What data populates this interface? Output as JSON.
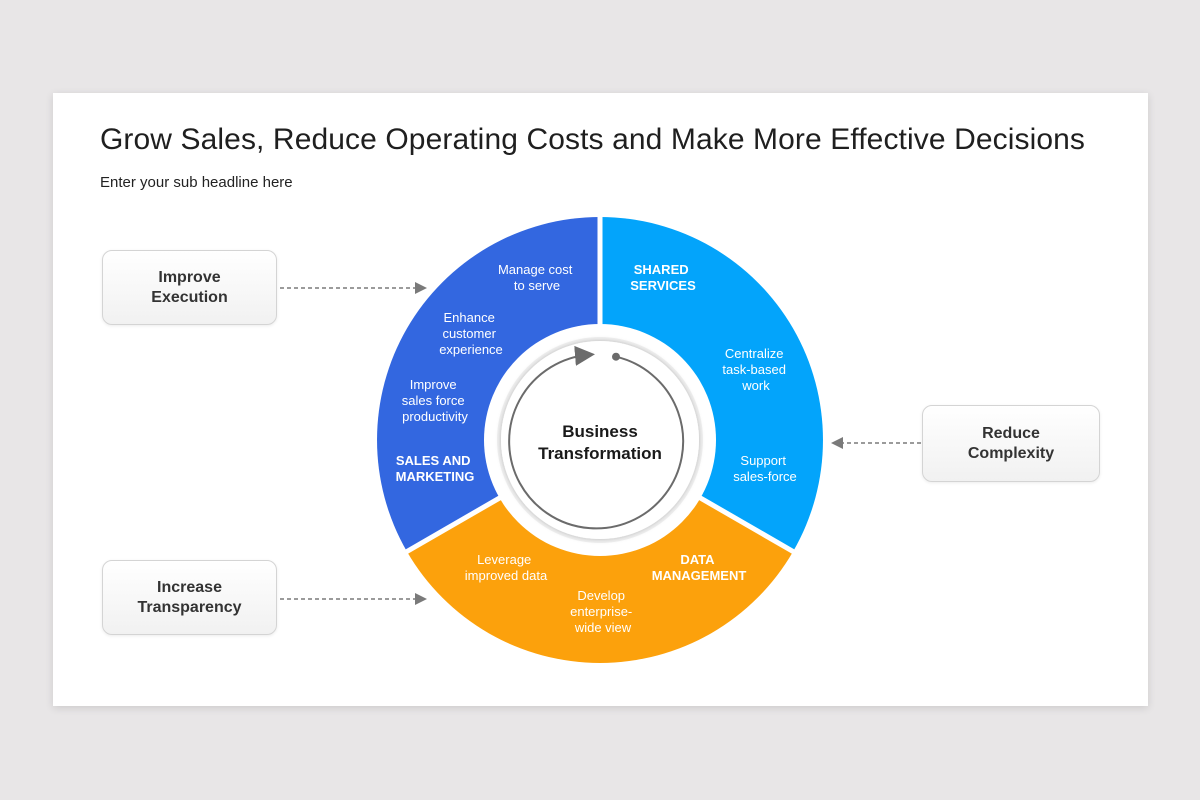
{
  "slide": {
    "title": "Grow Sales, Reduce Operating Costs and Make More Effective Decisions",
    "subtitle": "Enter your sub headline here"
  },
  "colors": {
    "background": "#e8e6e7",
    "sales_marketing": "#3367e0",
    "shared_services": "#03a4fb",
    "data_management": "#fca10c",
    "arrow": "#7a7a7a"
  },
  "side_boxes": [
    {
      "label_line1": "Improve",
      "label_line2": "Execution"
    },
    {
      "label_line1": "Increase",
      "label_line2": "Transparency"
    },
    {
      "label_line1": "Reduce",
      "label_line2": "Complexity"
    }
  ],
  "center": {
    "line1": "Business",
    "line2": "Transformation"
  },
  "segments": {
    "sales_marketing": {
      "title_line1": "SALES AND",
      "title_line2": "MARKETING",
      "items": [
        {
          "l1": "Manage cost",
          "l2": "to serve"
        },
        {
          "l1": "Enhance",
          "l2": "customer",
          "l3": "experience"
        },
        {
          "l1": "Improve",
          "l2": "sales force",
          "l3": "productivity"
        }
      ]
    },
    "shared_services": {
      "title_line1": "SHARED",
      "title_line2": "SERVICES",
      "items": [
        {
          "l1": "Centralize",
          "l2": "task-based",
          "l3": "work"
        },
        {
          "l1": "Support",
          "l2": "sales-force"
        }
      ]
    },
    "data_management": {
      "title_line1": "DATA",
      "title_line2": "MANAGEMENT",
      "items": [
        {
          "l1": "Leverage",
          "l2": "improved data"
        },
        {
          "l1": "Develop",
          "l2": "enterprise-",
          "l3": "wide view"
        }
      ]
    }
  }
}
